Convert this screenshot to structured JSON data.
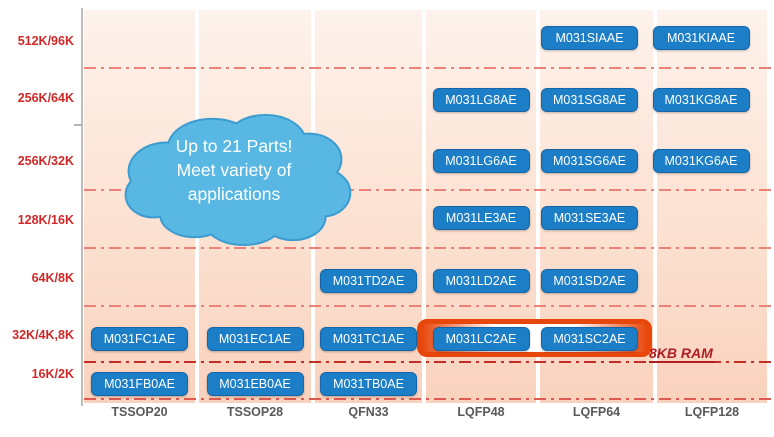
{
  "chart_data": {
    "type": "table",
    "x_categories": [
      "TSSOP20",
      "TSSOP28",
      "QFN33",
      "LQFP48",
      "LQFP64",
      "LQFP128"
    ],
    "y_categories": [
      "512K/96K",
      "256K/64K",
      "256K/32K",
      "128K/16K",
      "64K/8K",
      "32K/4K,8K",
      "16K/2K"
    ],
    "parts": [
      {
        "name": "M031SIAAE",
        "package": "LQFP64",
        "memory": "512K/96K",
        "highlighted": false
      },
      {
        "name": "M031KIAAE",
        "package": "LQFP128",
        "memory": "512K/96K",
        "highlighted": false
      },
      {
        "name": "M031LG8AE",
        "package": "LQFP48",
        "memory": "256K/64K",
        "highlighted": false
      },
      {
        "name": "M031SG8AE",
        "package": "LQFP64",
        "memory": "256K/64K",
        "highlighted": false
      },
      {
        "name": "M031KG8AE",
        "package": "LQFP128",
        "memory": "256K/64K",
        "highlighted": false
      },
      {
        "name": "M031LG6AE",
        "package": "LQFP48",
        "memory": "256K/32K",
        "highlighted": false
      },
      {
        "name": "M031SG6AE",
        "package": "LQFP64",
        "memory": "256K/32K",
        "highlighted": false
      },
      {
        "name": "M031KG6AE",
        "package": "LQFP128",
        "memory": "256K/32K",
        "highlighted": false
      },
      {
        "name": "M031LE3AE",
        "package": "LQFP48",
        "memory": "128K/16K",
        "highlighted": false
      },
      {
        "name": "M031SE3AE",
        "package": "LQFP64",
        "memory": "128K/16K",
        "highlighted": false
      },
      {
        "name": "M031TD2AE",
        "package": "QFN33",
        "memory": "64K/8K",
        "highlighted": false
      },
      {
        "name": "M031LD2AE",
        "package": "LQFP48",
        "memory": "64K/8K",
        "highlighted": false
      },
      {
        "name": "M031SD2AE",
        "package": "LQFP64",
        "memory": "64K/8K",
        "highlighted": false
      },
      {
        "name": "M031FC1AE",
        "package": "TSSOP20",
        "memory": "32K/4K,8K",
        "highlighted": false
      },
      {
        "name": "M031EC1AE",
        "package": "TSSOP28",
        "memory": "32K/4K,8K",
        "highlighted": false
      },
      {
        "name": "M031TC1AE",
        "package": "QFN33",
        "memory": "32K/4K,8K",
        "highlighted": false
      },
      {
        "name": "M031LC2AE",
        "package": "LQFP48",
        "memory": "32K/4K,8K",
        "highlighted": true
      },
      {
        "name": "M031SC2AE",
        "package": "LQFP64",
        "memory": "32K/4K,8K",
        "highlighted": true
      },
      {
        "name": "M031FB0AE",
        "package": "TSSOP20",
        "memory": "16K/2K",
        "highlighted": false
      },
      {
        "name": "M031EB0AE",
        "package": "TSSOP28",
        "memory": "16K/2K",
        "highlighted": false
      },
      {
        "name": "M031TB0AE",
        "package": "QFN33",
        "memory": "16K/2K",
        "highlighted": false
      }
    ],
    "annotations": {
      "cloud_lines": [
        "Up to 21 Parts!",
        "Meet variety of",
        "applications"
      ],
      "ram_label": "8KB RAM"
    }
  },
  "colors": {
    "pill_blue": "#1b7ec6",
    "pill_border": "#1566a8",
    "cloud_fill": "#58b8e3",
    "cloud_stroke": "#3b9cd0",
    "highlight_orange": "#e8470c",
    "axis_label_red": "#d02828",
    "dash_line_salmon": "#ec8177",
    "dark_red": "#b01e24",
    "x_label_gray": "#595959"
  }
}
